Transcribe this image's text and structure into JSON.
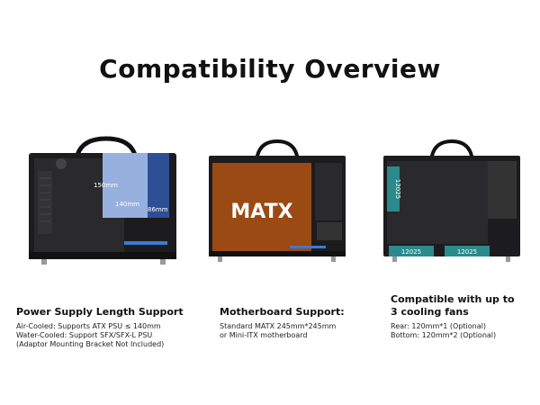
{
  "title": "Compatibility Overview",
  "colors": {
    "case_black": "#1c1c1e",
    "case_inner": "#2a2a2c",
    "psu_blue": "#3a5fa8",
    "psu_blue_light": "#a9bee6",
    "motherboard_brown": "#9a4a12",
    "fan_teal": "#2a8a8c",
    "handle_dark": "#111111"
  },
  "columns": [
    {
      "image": {
        "icon": "psu-case-icon",
        "labels": {
          "height": "150mm",
          "length": "140mm",
          "depth": "86mm"
        }
      },
      "heading": "Power Supply Length Support",
      "lines": [
        "Air-Cooled: Supports ATX PSU ≤ 140mm",
        "Water-Cooled: Support SFX/SFX-L PSU",
        "(Adaptor Mounting Bracket Not Included)"
      ]
    },
    {
      "image": {
        "icon": "motherboard-case-icon",
        "labels": {
          "board": "MATX"
        }
      },
      "heading": "Motherboard Support:",
      "lines": [
        "Standard MATX 245mm*245mm",
        "or Mini-ITX motherboard"
      ]
    },
    {
      "image": {
        "icon": "fan-case-icon",
        "labels": {
          "rear": "12025",
          "bottom1": "12025",
          "bottom2": "12025"
        }
      },
      "heading_lines": [
        "Compatible with up to",
        "3 cooling fans"
      ],
      "lines": [
        "Rear:  120mm*1 (Optional)",
        "Bottom:  120mm*2 (Optional)"
      ]
    }
  ]
}
